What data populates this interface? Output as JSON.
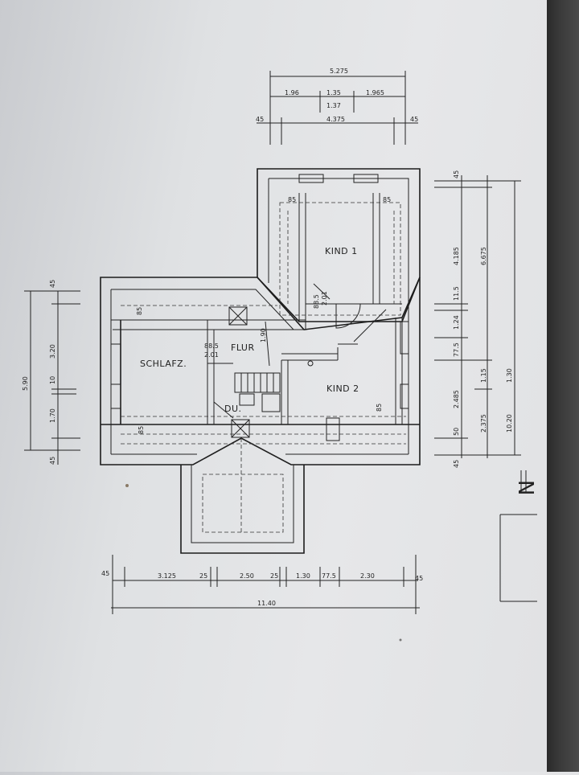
{
  "rooms": {
    "kind1": "KIND 1",
    "kind2": "KIND 2",
    "schlafz": "SCHLAFZ.",
    "flur": "FLUR",
    "du": "DU."
  },
  "top_dims": {
    "overall": "5.275",
    "seg1": "1.96",
    "seg2": "1.35",
    "seg3": "1.965",
    "mid": "1.37",
    "inner": "4.375",
    "left_wall": "45",
    "right_wall": "45"
  },
  "left_dims": {
    "total": "5.90",
    "top_wall": "45",
    "seg1": "3.20",
    "seg2": "10",
    "seg3": "1.70",
    "bottom_wall": "45"
  },
  "right_dims": {
    "top_wall": "45",
    "kind1_depth": "4.185",
    "sum_upper": "6.675",
    "wall1": "11.5",
    "flur": "1.24",
    "wall2": "77.5",
    "seg1": "1.15",
    "seg2": "1.30",
    "kind2_depth": "2.485",
    "total": "10.20",
    "wall3": "50",
    "lower": "2.375",
    "bottom_wall": "45"
  },
  "bottom_dims": {
    "left_wall": "45",
    "seg1": "3.125",
    "wall1": "25",
    "seg2": "2.50",
    "wall2": "25",
    "seg3": "1.30",
    "wall3": "77.5",
    "seg4": "2.30",
    "right_wall": "45",
    "total": "11.40"
  },
  "inner_labels": {
    "kind1_left": "85",
    "kind1_right": "85",
    "schlafz_top": "85",
    "schlafz_bottom": "85",
    "kind2_right": "85",
    "flur_a": "88.5",
    "flur_b": "2.01",
    "flur_height": "1.90",
    "kind1_door_a": "88.5",
    "kind1_door_b": "2.01"
  },
  "north_mark": "N"
}
